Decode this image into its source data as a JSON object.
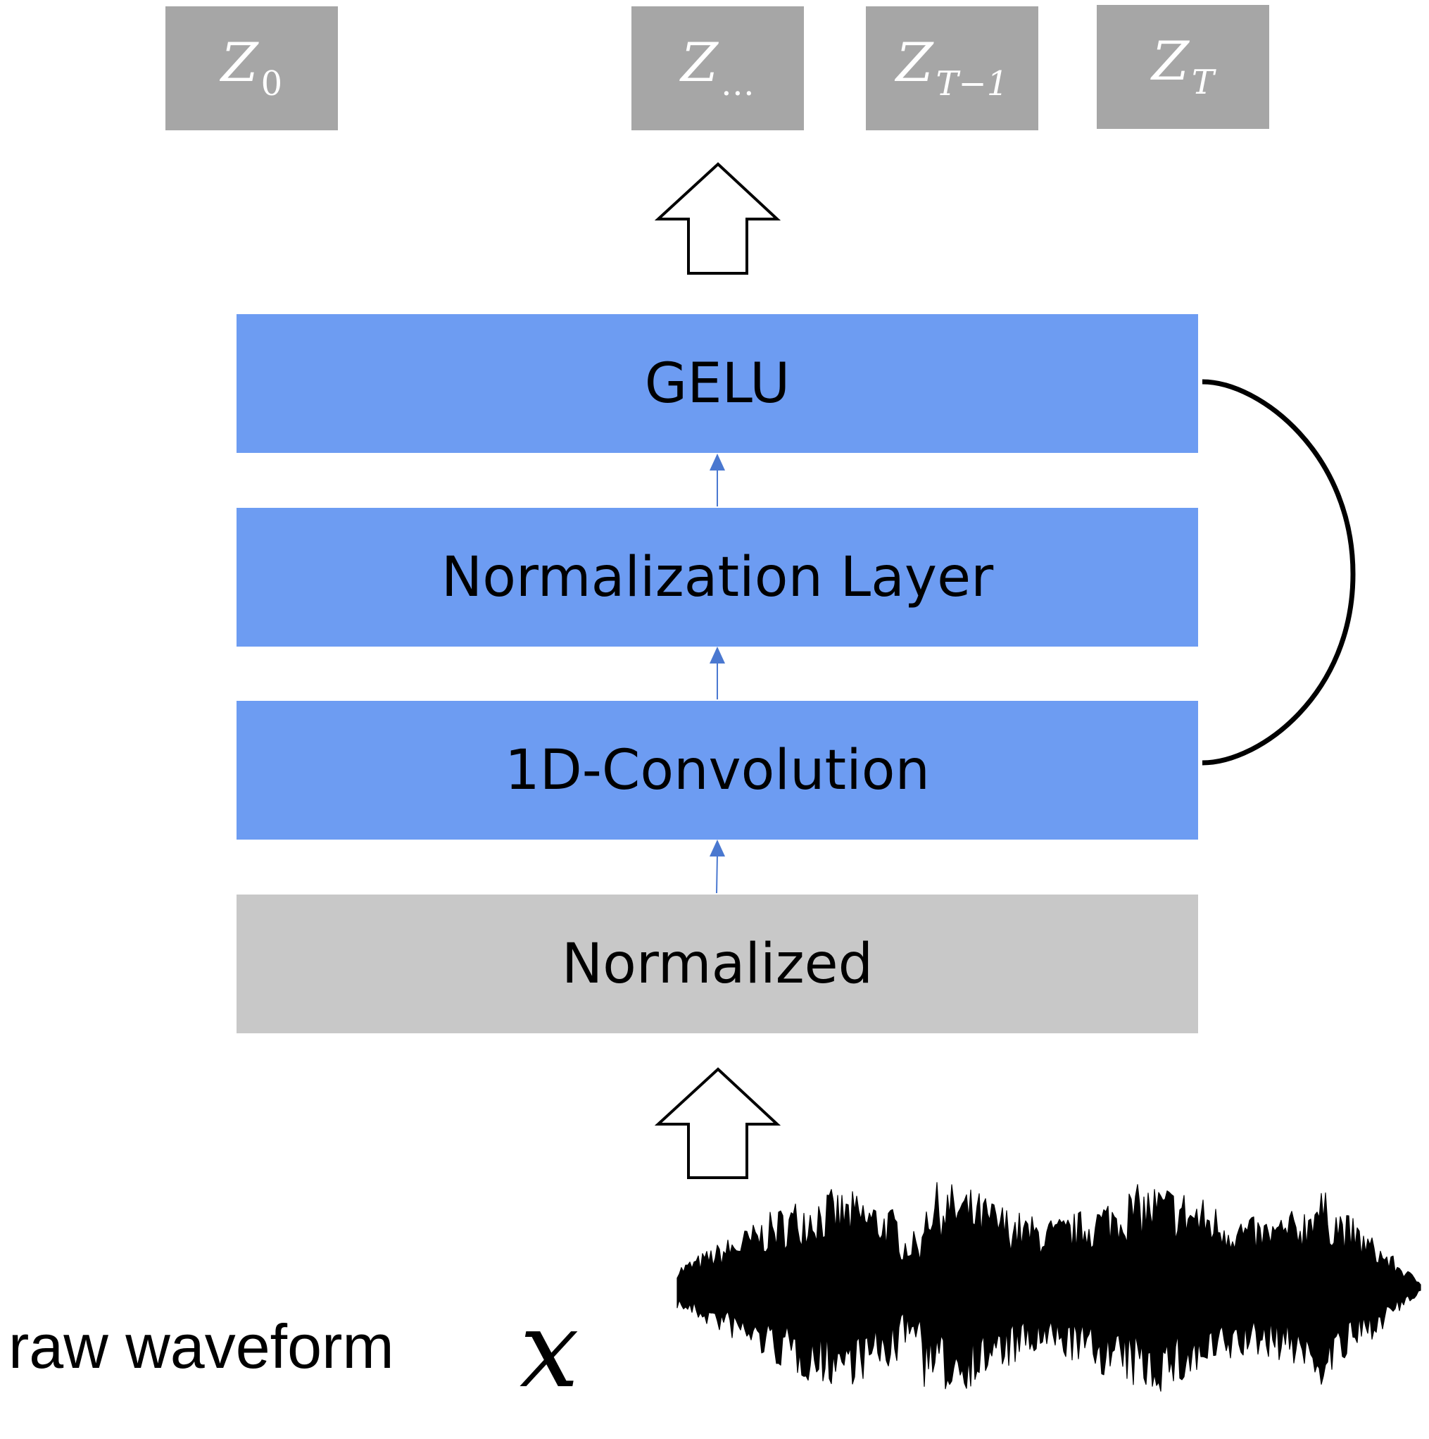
{
  "outputs": [
    {
      "base": "Z",
      "sub": "0",
      "sub_italic": false
    },
    {
      "base": "Z",
      "sub": "…",
      "sub_italic": false
    },
    {
      "base": "Z",
      "sub": "T−1",
      "sub_italic": true
    },
    {
      "base": "Z",
      "sub": "T",
      "sub_italic": true
    }
  ],
  "layers": {
    "gelu": "GELU",
    "norm_layer": "Normalization Layer",
    "conv": "1D-Convolution",
    "normalized": "Normalized"
  },
  "input": {
    "label": "raw waveform",
    "symbol": "𝑥"
  },
  "colors": {
    "layer_blue": "#6d9cf2",
    "input_grey": "#c8c8c8",
    "output_grey": "#a6a6a6",
    "small_arrow": "#4a78d0"
  }
}
